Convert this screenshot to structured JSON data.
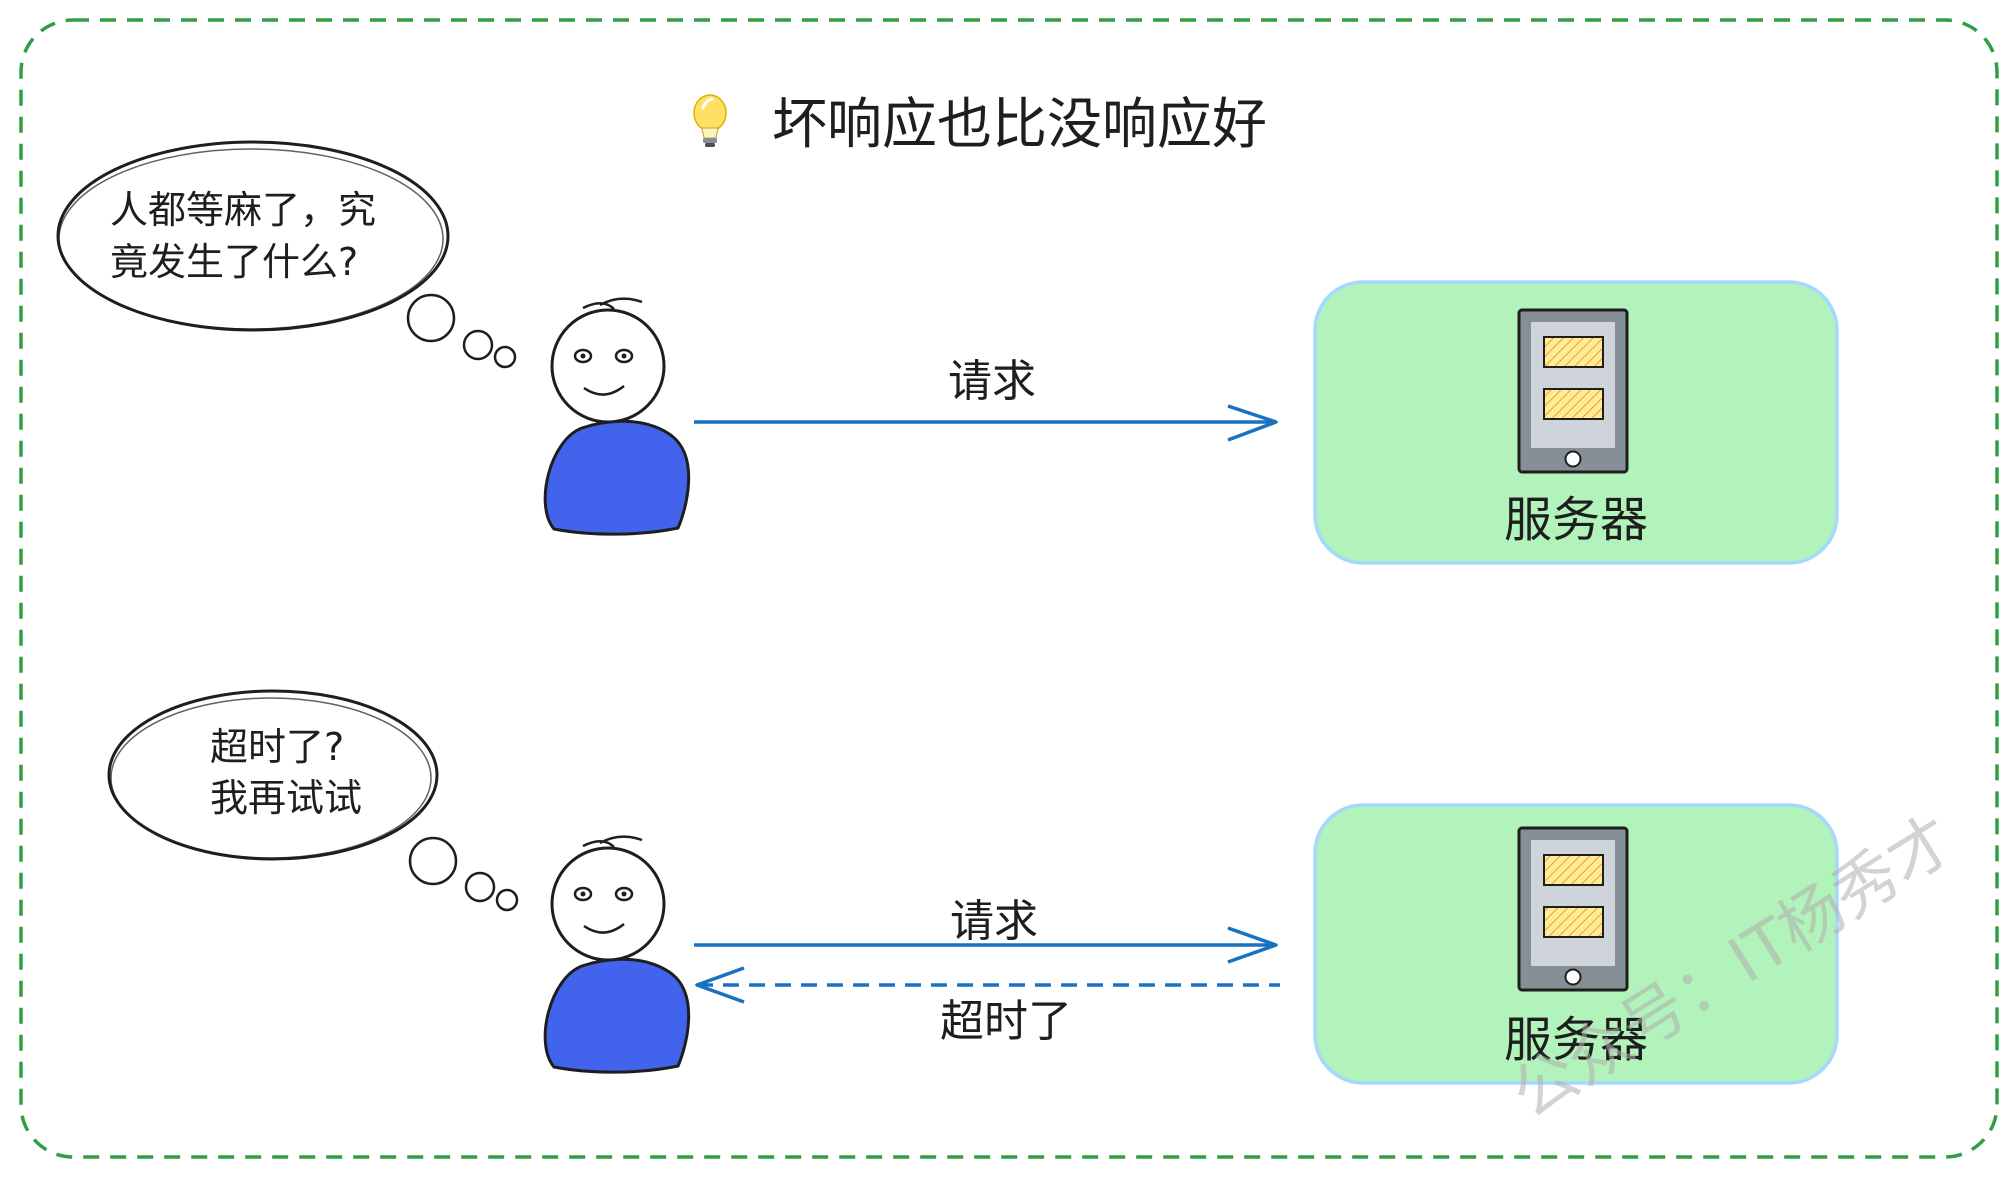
{
  "title": {
    "icon": "lightbulb-icon",
    "text": "坏响应也比没响应好"
  },
  "scenarios": [
    {
      "thought": {
        "line1": "人都等麻了，究",
        "line2": "竟发生了什么?"
      },
      "request_label": "请求",
      "server_label": "服务器"
    },
    {
      "thought": {
        "line1": "超时了?",
        "line2": "我再试试"
      },
      "request_label": "请求",
      "timeout_label": "超时了",
      "server_label": "服务器"
    }
  ],
  "watermark": "公众号：IT杨秀才",
  "colors": {
    "frame": "#2f9e44",
    "arrow": "#1971c2",
    "person_body": "#4263eb",
    "server_bg": "#b2f2bb",
    "server_border": "#a5d8ff",
    "screen_fill": "#ffec99",
    "screen_hatch": "#f08c00"
  }
}
